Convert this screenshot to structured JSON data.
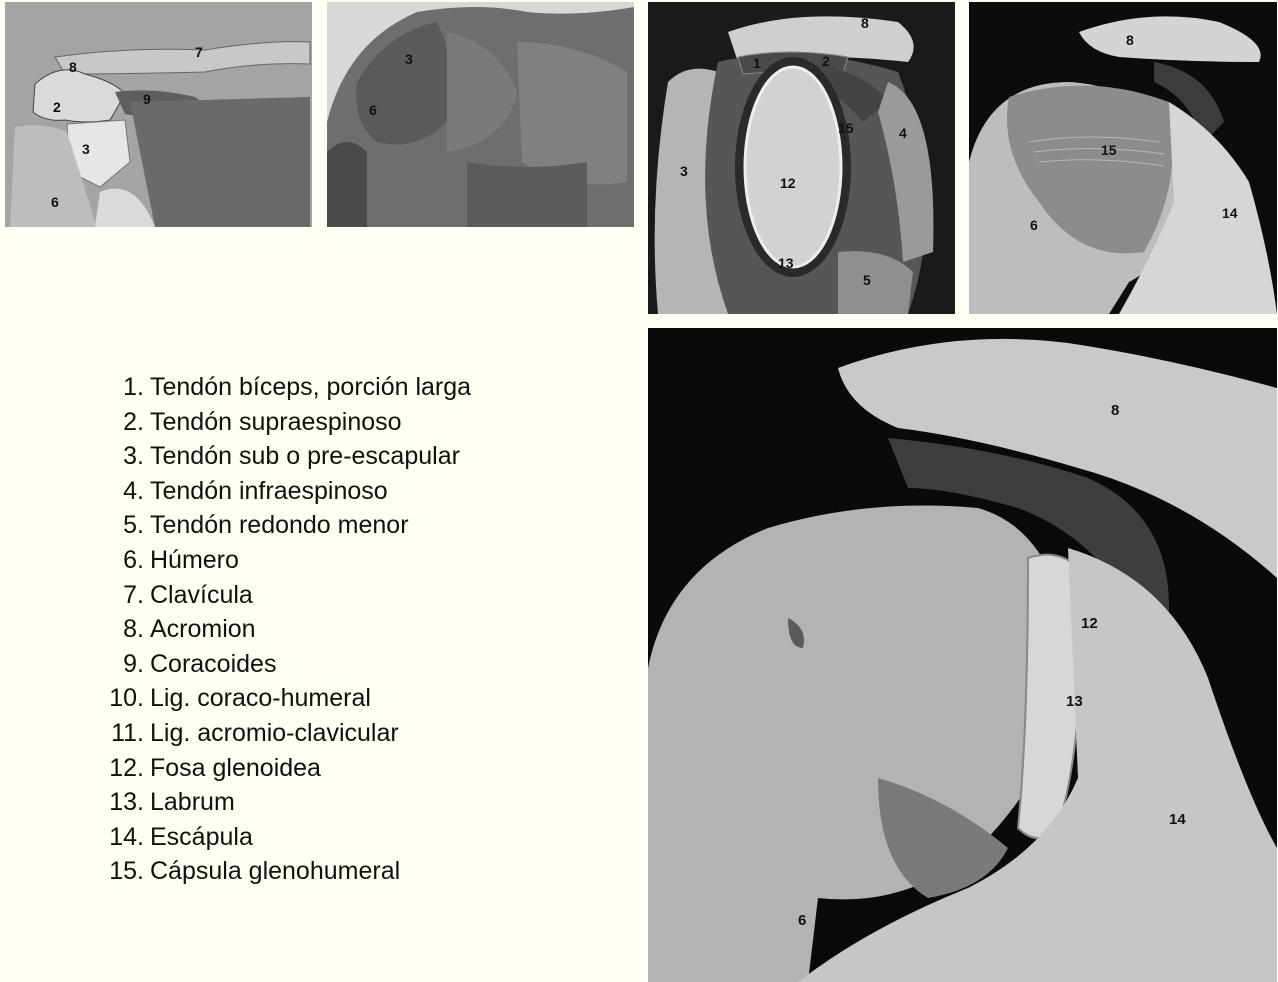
{
  "panels": [
    {
      "labels": [
        "7",
        "8",
        "2",
        "9",
        "3",
        "6"
      ]
    },
    {
      "labels": [
        "3",
        "6"
      ]
    },
    {
      "labels": [
        "8",
        "1",
        "2",
        "15",
        "4",
        "3",
        "12",
        "13",
        "5"
      ]
    },
    {
      "labels": [
        "8",
        "15",
        "6",
        "14"
      ]
    },
    {
      "labels": [
        "8",
        "12",
        "13",
        "14",
        "6"
      ]
    }
  ],
  "legend": [
    {
      "num": "1.",
      "text": "Tendón bíceps, porción larga"
    },
    {
      "num": "2.",
      "text": "Tendón supraespinoso"
    },
    {
      "num": "3.",
      "text": "Tendón sub o pre-escapular"
    },
    {
      "num": "4.",
      "text": "Tendón infraespinoso"
    },
    {
      "num": "5.",
      "text": "Tendón redondo menor"
    },
    {
      "num": "6.",
      "text": "Húmero"
    },
    {
      "num": "7.",
      "text": "Clavícula"
    },
    {
      "num": "8.",
      "text": "Acromion"
    },
    {
      "num": "9.",
      "text": "Coracoides"
    },
    {
      "num": "10.",
      "text": "Lig. coraco-humeral"
    },
    {
      "num": "11.",
      "text": "Lig. acromio-clavicular"
    },
    {
      "num": "12.",
      "text": "Fosa glenoidea"
    },
    {
      "num": "13.",
      "text": "Labrum"
    },
    {
      "num": "14.",
      "text": "Escápula"
    },
    {
      "num": "15.",
      "text": "Cápsula glenohumeral"
    }
  ]
}
